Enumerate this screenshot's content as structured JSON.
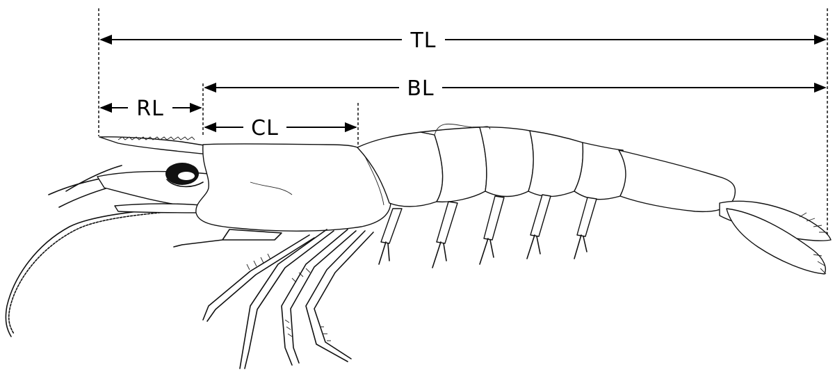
{
  "figure": {
    "measurements": [
      {
        "id": "tl",
        "label": "TL"
      },
      {
        "id": "bl",
        "label": "BL"
      },
      {
        "id": "rl",
        "label": "RL"
      },
      {
        "id": "cl",
        "label": "CL"
      }
    ],
    "subject_icon": "shrimp-illustration"
  }
}
